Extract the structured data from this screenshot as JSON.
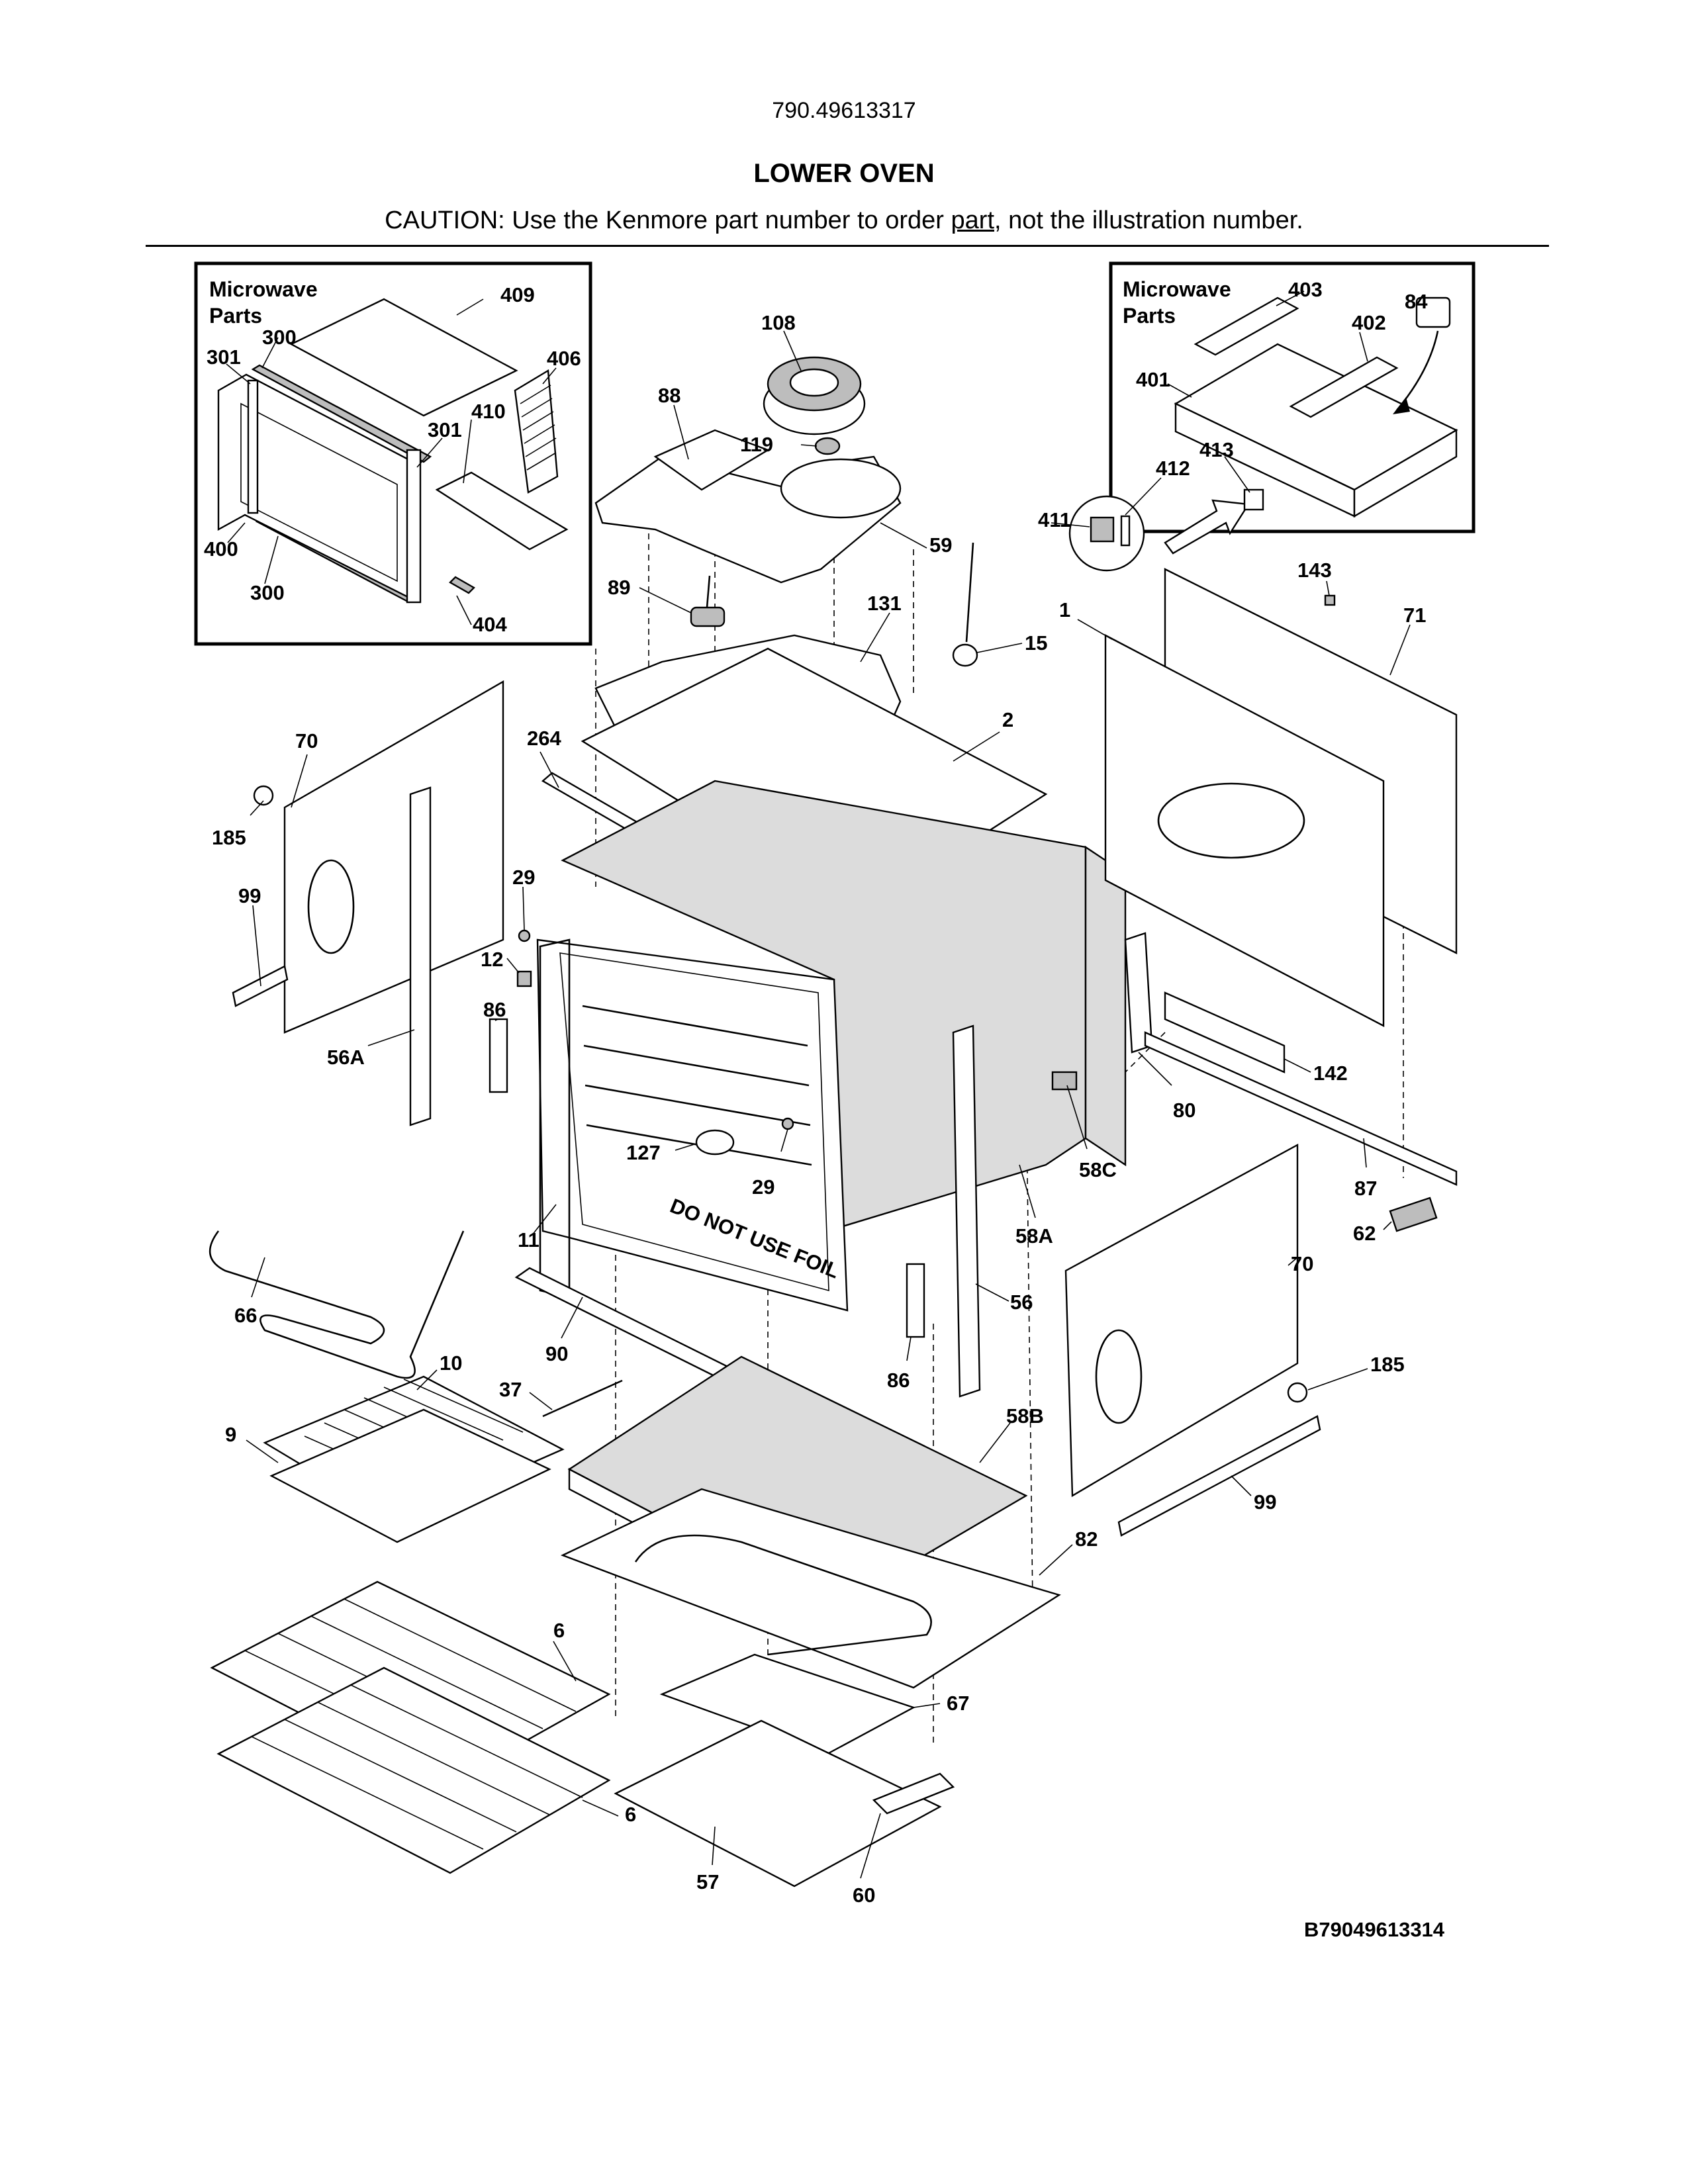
{
  "header": {
    "model_number": "790.49613317",
    "title": "LOWER OVEN",
    "caution_before": "CAUTION: Use the Kenmore part number to order ",
    "caution_link": "part",
    "caution_after": ", not the illustration number."
  },
  "inset_left": {
    "title_line1": "Microwave",
    "title_line2": "Parts"
  },
  "inset_right": {
    "title_line1": "Microwave",
    "title_line2": "Parts"
  },
  "labels": {
    "l409": "409",
    "l300a": "300",
    "l301a": "301",
    "l406": "406",
    "l301b": "301",
    "l410": "410",
    "l400": "400",
    "l300b": "300",
    "l404": "404",
    "l403": "403",
    "l84": "84",
    "l402": "402",
    "l401": "401",
    "l413": "413",
    "l412": "412",
    "l411": "411",
    "l108": "108",
    "l88": "88",
    "l119": "119",
    "l59": "59",
    "l89": "89",
    "l131": "131",
    "l15": "15",
    "l1": "1",
    "l143": "143",
    "l71": "71",
    "l70a": "70",
    "l185a": "185",
    "l99a": "99",
    "l264": "264",
    "l2": "2",
    "l29a": "29",
    "l12": "12",
    "l86a": "86",
    "l56a": "56A",
    "l127": "127",
    "l29b": "29",
    "l142": "142",
    "l80": "80",
    "l58c": "58C",
    "l87": "87",
    "l58a": "58A",
    "l62": "62",
    "l11": "11",
    "l66": "66",
    "l70b": "70",
    "l56": "56",
    "l90": "90",
    "l86b": "86",
    "l185b": "185",
    "l10": "10",
    "l37": "37",
    "l9": "9",
    "l58b": "58B",
    "l99b": "99",
    "l82": "82",
    "l6a": "6",
    "l67": "67",
    "l6b": "6",
    "l57": "57",
    "l60": "60"
  },
  "oven_text": "DO NOT USE FOIL",
  "footer": {
    "diagram_code": "B79049613314"
  }
}
